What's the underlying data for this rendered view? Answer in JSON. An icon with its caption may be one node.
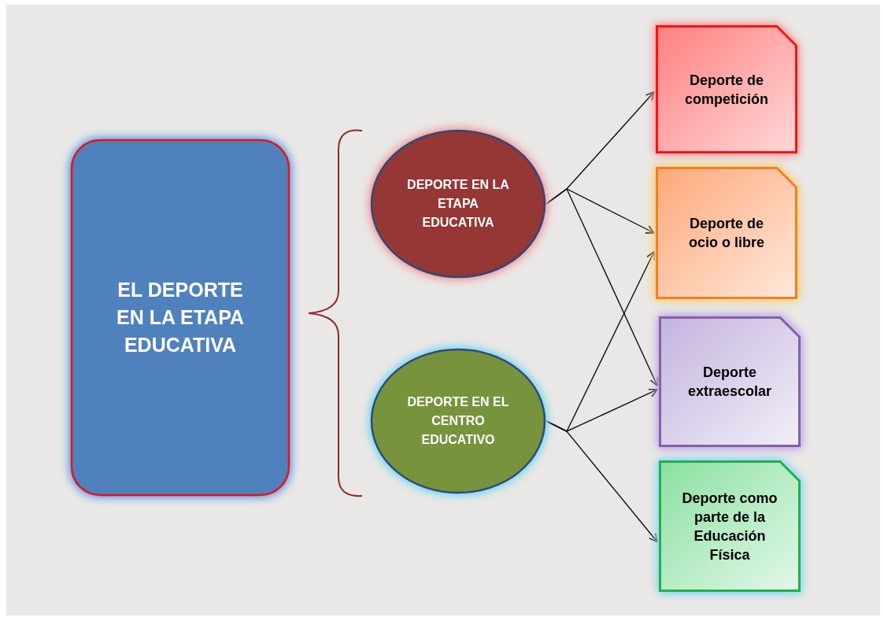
{
  "diagram": {
    "nodes": [
      {
        "text": [
          "EL DEPORTE EN LA ETAPA EDUCATIVA"
        ]
      },
      {
        "text": [
          "DEPORTE  EN LA ETAPA EDUCATIVA"
        ]
      },
      {
        "text": [
          "DEPORTE  EN EL CENTRO EDUCATIVO"
        ]
      },
      {
        "text": [
          "Deporte de competición"
        ]
      },
      {
        "text": [
          "Deporte de ocio o libre"
        ]
      },
      {
        "text": [
          "Deporte extraescolar"
        ]
      },
      {
        "text": [
          "Deporte como parte de la Educación Física"
        ]
      }
    ],
    "edges": [
      {
        "from": 1,
        "to": 3,
        "arrow": "to"
      },
      {
        "from": 1,
        "to": 4,
        "arrow": "to"
      },
      {
        "from": 1,
        "to": 5,
        "arrow": "to"
      },
      {
        "from": 2,
        "to": 4,
        "arrow": "to"
      },
      {
        "from": 2,
        "to": 5,
        "arrow": "to"
      },
      {
        "from": 2,
        "to": 6,
        "arrow": "to"
      }
    ]
  }
}
